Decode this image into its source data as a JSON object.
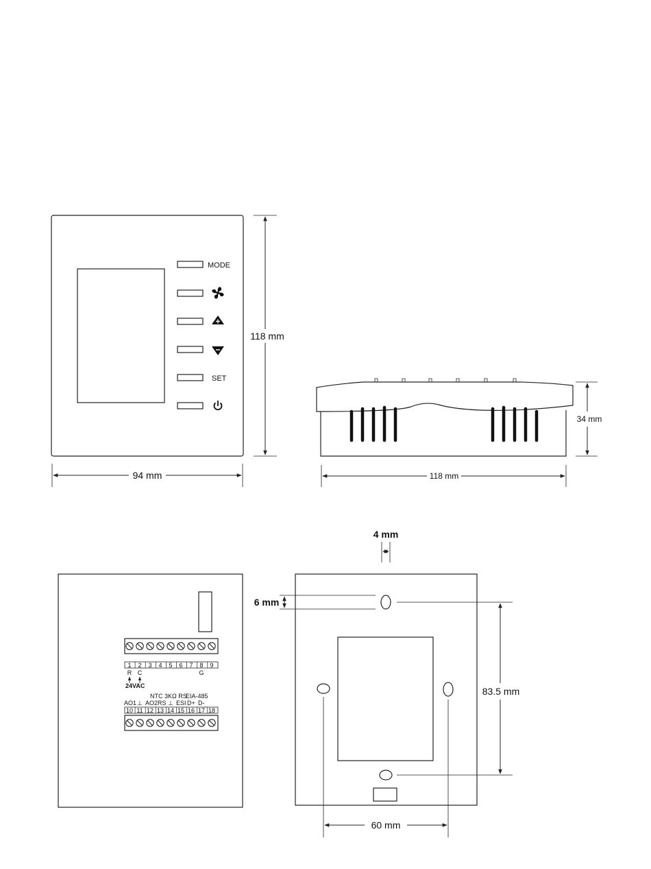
{
  "front_view": {
    "buttons": [
      {
        "label": "MODE",
        "icon": ""
      },
      {
        "label": "",
        "icon": "fan-icon"
      },
      {
        "label": "",
        "icon": "arrow-up-plus-icon"
      },
      {
        "label": "",
        "icon": "arrow-down-minus-icon"
      },
      {
        "label": "SET",
        "icon": ""
      },
      {
        "label": "",
        "icon": "power-icon"
      }
    ],
    "height_label": "118 mm",
    "width_label": "94 mm"
  },
  "side_view": {
    "height_label": "34 mm",
    "width_label": "118 mm"
  },
  "back_view": {
    "top_terminals": [
      "1",
      "2",
      "3",
      "4",
      "5",
      "6",
      "7",
      "8",
      "9"
    ],
    "top_label_r": "R",
    "top_label_c": "C",
    "top_label_g": "G",
    "supply_label": "24VAC",
    "group_label_ntc": "NTC 3KΩ RS",
    "group_label_eia": "EIA-485",
    "bottom_labels": [
      "AO1",
      "⊥",
      "AO2",
      "RS",
      "⊥",
      "ESI",
      "D+",
      "D-"
    ],
    "bottom_terminals": [
      "10",
      "11",
      "12",
      "13",
      "14",
      "15",
      "16",
      "17",
      "18"
    ]
  },
  "mount_view": {
    "slot_width_label": "4 mm",
    "slot_height_label": "6 mm",
    "vertical_spacing_label": "83.5 mm",
    "horizontal_spacing_label": "60 mm"
  },
  "colors": {
    "line": "#222222",
    "background": "#ffffff"
  }
}
